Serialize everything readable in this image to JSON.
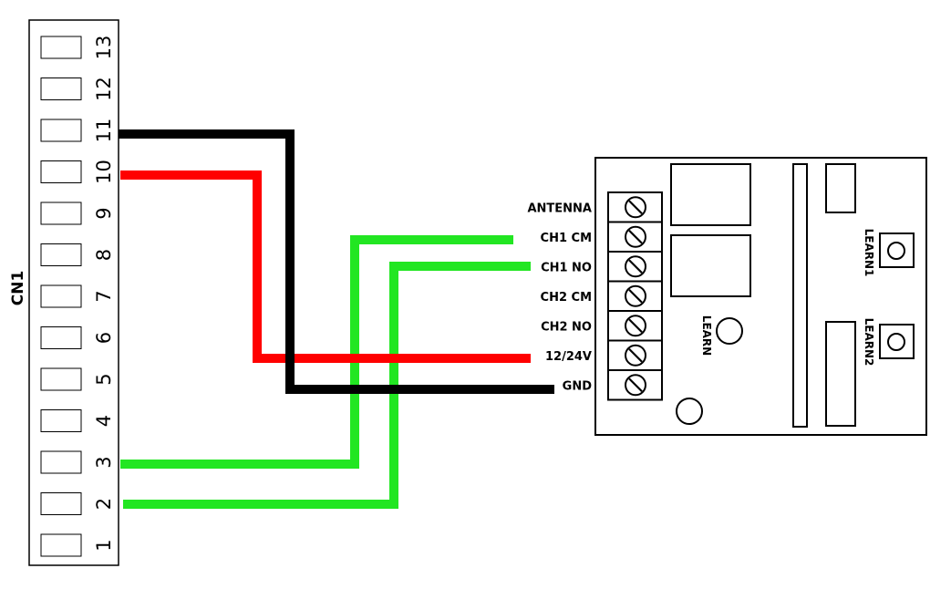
{
  "connector": {
    "title": "CN1",
    "pins": [
      "1",
      "2",
      "3",
      "4",
      "5",
      "6",
      "7",
      "8",
      "9",
      "10",
      "11",
      "12",
      "13"
    ]
  },
  "module": {
    "terminals": [
      "ANTENNA",
      "CH1 CM",
      "CH1 NO",
      "CH2 CM",
      "CH2 NO",
      "12/24V",
      "GND"
    ],
    "learn_label": "LEARN",
    "learn1_label": "LEARN1",
    "learn2_label": "LEARN2"
  },
  "wires": [
    {
      "from_pin": "11",
      "to_terminal": "GND",
      "color": "#000000"
    },
    {
      "from_pin": "10",
      "to_terminal": "12/24V",
      "color": "#ff0000"
    },
    {
      "from_pin": "3",
      "to_terminal": "CH1 CM",
      "color": "#22e622"
    },
    {
      "from_pin": "2",
      "to_terminal": "CH1 NO",
      "color": "#22e622"
    }
  ]
}
